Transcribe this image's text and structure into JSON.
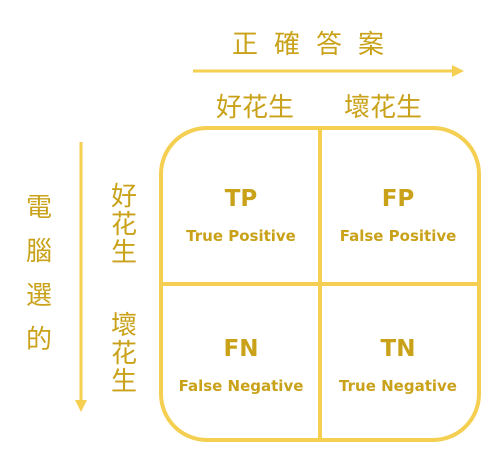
{
  "colors": {
    "accent": "#f5cf52",
    "text": "#c9a21a"
  },
  "header": {
    "title": "正確答案",
    "columns": [
      "好花生",
      "壞花生"
    ]
  },
  "side": {
    "title": [
      "電",
      "腦",
      "選",
      "的"
    ],
    "rows": [
      [
        "好",
        "花",
        "生"
      ],
      [
        "壞",
        "花",
        "生"
      ]
    ]
  },
  "matrix": {
    "cells": [
      {
        "abbr": "TP",
        "full": "True Positive"
      },
      {
        "abbr": "FP",
        "full": "False Positive"
      },
      {
        "abbr": "FN",
        "full": "False Negative"
      },
      {
        "abbr": "TN",
        "full": "True Negative"
      }
    ]
  }
}
